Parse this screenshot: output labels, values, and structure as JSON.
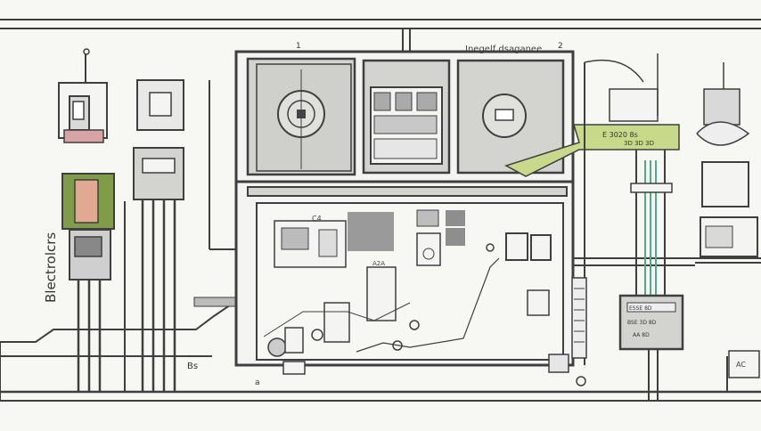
{
  "labels": {
    "left_vertical": "Blectrolcrs",
    "top_header": "Inegelf dsaganee",
    "top_marker": "1",
    "top_marker_right": "2",
    "callout_line1": "E 3020 8s",
    "callout_line2": "3D 3D 3D",
    "bottom_left": "Bs",
    "bottom_left2": "a",
    "panel_note": "C4",
    "meter_label": "A2A",
    "cabinet_line1": "ESSE 8D",
    "cabinet_line2": "BSE 3D 8D",
    "cabinet_line3": "AA 8D",
    "gauge_label": "AC"
  },
  "colors": {
    "line": "#3f3f3f",
    "panel_fill": "#d3d3d0",
    "inner_fill": "#f4f4f2",
    "accent_green": "#c9d98a",
    "wire_teal": "#4faa8f",
    "breaker_green": "#7f9c48",
    "breaker_pink": "#e1a892"
  }
}
